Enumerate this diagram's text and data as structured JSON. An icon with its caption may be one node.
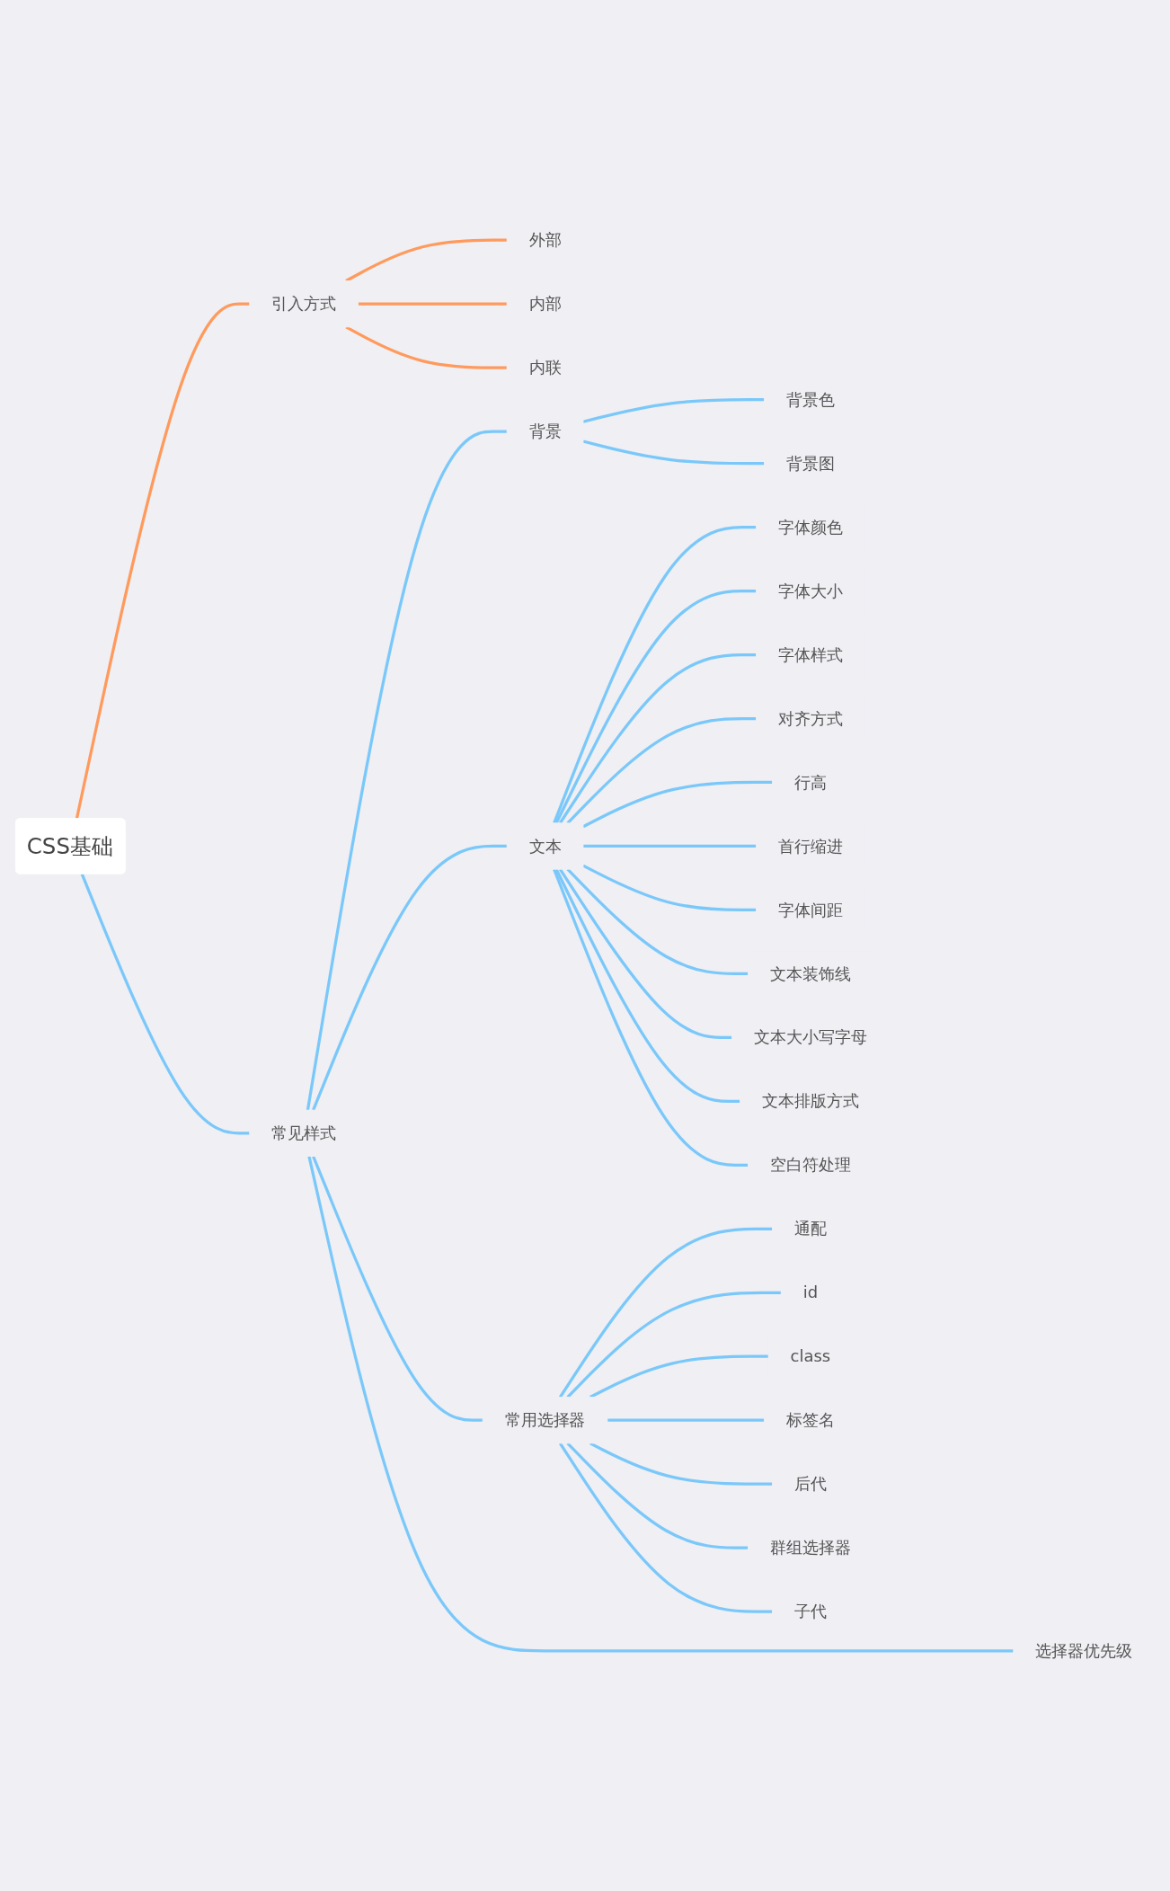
{
  "diagram": {
    "nodes": [
      {
        "text": [
          "CSS基础"
        ]
      },
      {
        "text": [
          "引入方式"
        ]
      },
      {
        "text": [
          "外部"
        ]
      },
      {
        "text": [
          "内部"
        ]
      },
      {
        "text": [
          "内联"
        ]
      },
      {
        "text": [
          "常见样式"
        ]
      },
      {
        "text": [
          "背景"
        ]
      },
      {
        "text": [
          "背景色"
        ]
      },
      {
        "text": [
          "背景图"
        ]
      },
      {
        "text": [
          "文本"
        ]
      },
      {
        "text": [
          "字体颜色"
        ]
      },
      {
        "text": [
          "字体大小"
        ]
      },
      {
        "text": [
          "字体样式"
        ]
      },
      {
        "text": [
          "对齐方式"
        ]
      },
      {
        "text": [
          "行高"
        ]
      },
      {
        "text": [
          "首行缩进"
        ]
      },
      {
        "text": [
          "字体间距"
        ]
      },
      {
        "text": [
          "文本装饰线"
        ]
      },
      {
        "text": [
          "文本大小写字母"
        ]
      },
      {
        "text": [
          "文本排版方式"
        ]
      },
      {
        "text": [
          "空白符处理"
        ]
      },
      {
        "text": [
          "常用选择器"
        ]
      },
      {
        "text": [
          "通配"
        ]
      },
      {
        "text": [
          "id"
        ]
      },
      {
        "text": [
          "class"
        ]
      },
      {
        "text": [
          "标签名"
        ]
      },
      {
        "text": [
          "后代"
        ]
      },
      {
        "text": [
          "群组选择器"
        ]
      },
      {
        "text": [
          "子代"
        ]
      },
      {
        "text": [
          "选择器优先级"
        ]
      }
    ],
    "edges": [
      {
        "from": 0,
        "to": 1,
        "arrow": "none",
        "color": "#ff9a5c"
      },
      {
        "from": 1,
        "to": 2,
        "arrow": "none",
        "color": "#ff9a5c"
      },
      {
        "from": 1,
        "to": 3,
        "arrow": "none",
        "color": "#ff9a5c"
      },
      {
        "from": 1,
        "to": 4,
        "arrow": "none",
        "color": "#ff9a5c"
      },
      {
        "from": 0,
        "to": 5,
        "arrow": "none"
      },
      {
        "from": 5,
        "to": 6,
        "arrow": "none"
      },
      {
        "from": 6,
        "to": 7,
        "arrow": "none"
      },
      {
        "from": 6,
        "to": 8,
        "arrow": "none"
      },
      {
        "from": 5,
        "to": 9,
        "arrow": "none"
      },
      {
        "from": 9,
        "to": 10,
        "arrow": "none"
      },
      {
        "from": 9,
        "to": 11,
        "arrow": "none"
      },
      {
        "from": 9,
        "to": 12,
        "arrow": "none"
      },
      {
        "from": 9,
        "to": 13,
        "arrow": "none"
      },
      {
        "from": 9,
        "to": 14,
        "arrow": "none"
      },
      {
        "from": 9,
        "to": 15,
        "arrow": "none"
      },
      {
        "from": 9,
        "to": 16,
        "arrow": "none"
      },
      {
        "from": 9,
        "to": 17,
        "arrow": "none"
      },
      {
        "from": 9,
        "to": 18,
        "arrow": "none"
      },
      {
        "from": 9,
        "to": 19,
        "arrow": "none"
      },
      {
        "from": 9,
        "to": 20,
        "arrow": "none"
      },
      {
        "from": 5,
        "to": 21,
        "arrow": "none"
      },
      {
        "from": 21,
        "to": 22,
        "arrow": "none"
      },
      {
        "from": 21,
        "to": 23,
        "arrow": "none"
      },
      {
        "from": 21,
        "to": 24,
        "arrow": "none"
      },
      {
        "from": 21,
        "to": 25,
        "arrow": "none"
      },
      {
        "from": 21,
        "to": 26,
        "arrow": "none"
      },
      {
        "from": 21,
        "to": 27,
        "arrow": "none"
      },
      {
        "from": 21,
        "to": 28,
        "arrow": "none"
      },
      {
        "from": 5,
        "to": 29,
        "arrow": "none"
      }
    ]
  }
}
